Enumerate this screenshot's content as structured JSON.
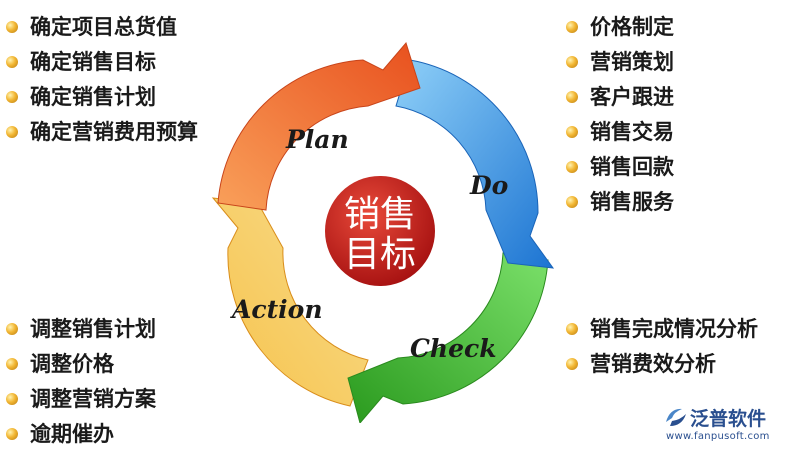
{
  "top_left_items": [
    "确定项目总货值",
    "确定销售目标",
    "确定销售计划",
    "确定营销费用预算"
  ],
  "top_right_items": [
    "价格制定",
    "营销策划",
    "客户跟进",
    "销售交易",
    "销售回款",
    "销售服务"
  ],
  "bottom_left_items": [
    "调整销售计划",
    "调整价格",
    "调整营销方案",
    "逾期催办"
  ],
  "bottom_right_items": [
    "销售完成情况分析",
    "营销费效分析"
  ],
  "cycle": {
    "phases": [
      "Plan",
      "Do",
      "Check",
      "Action"
    ],
    "center_line1": "销售",
    "center_line2": "目标"
  },
  "colors": {
    "plan": "#f0662a",
    "do": "#2a8fe0",
    "check": "#3fb52c",
    "action": "#f1a11e",
    "center": "#c81e1e"
  },
  "logo": {
    "name": "泛普软件",
    "url": "www.fanpusoft.com"
  }
}
